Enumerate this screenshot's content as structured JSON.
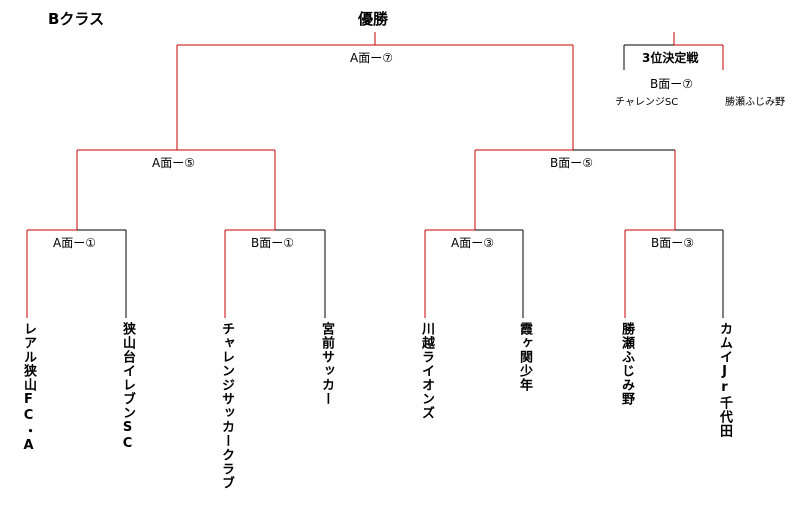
{
  "title_left": "Bクラス",
  "title_center": "優勝",
  "third_place": {
    "title": "3位決定戦",
    "match": "B面ー⑦",
    "left_team": "チャレンジSC",
    "right_team": "勝瀬ふじみ野"
  },
  "matches": {
    "final": "A面ー⑦",
    "semi_left": "A面ー⑤",
    "semi_right": "B面ー⑤",
    "r1_1": "A面ー①",
    "r1_2": "B面ー①",
    "r1_3": "A面ー③",
    "r1_4": "B面ー③"
  },
  "teams": [
    "レアル狭山FC・A",
    "狭山台イレブンSC",
    "チャレンジサッカークラブ",
    "宮前サッカー",
    "川越ライオンズ",
    "霞ヶ関少年",
    "勝瀬ふじみ野",
    "カムイJr千代田"
  ],
  "colors": {
    "winner_line": "#cc0000",
    "line": "#000000"
  }
}
